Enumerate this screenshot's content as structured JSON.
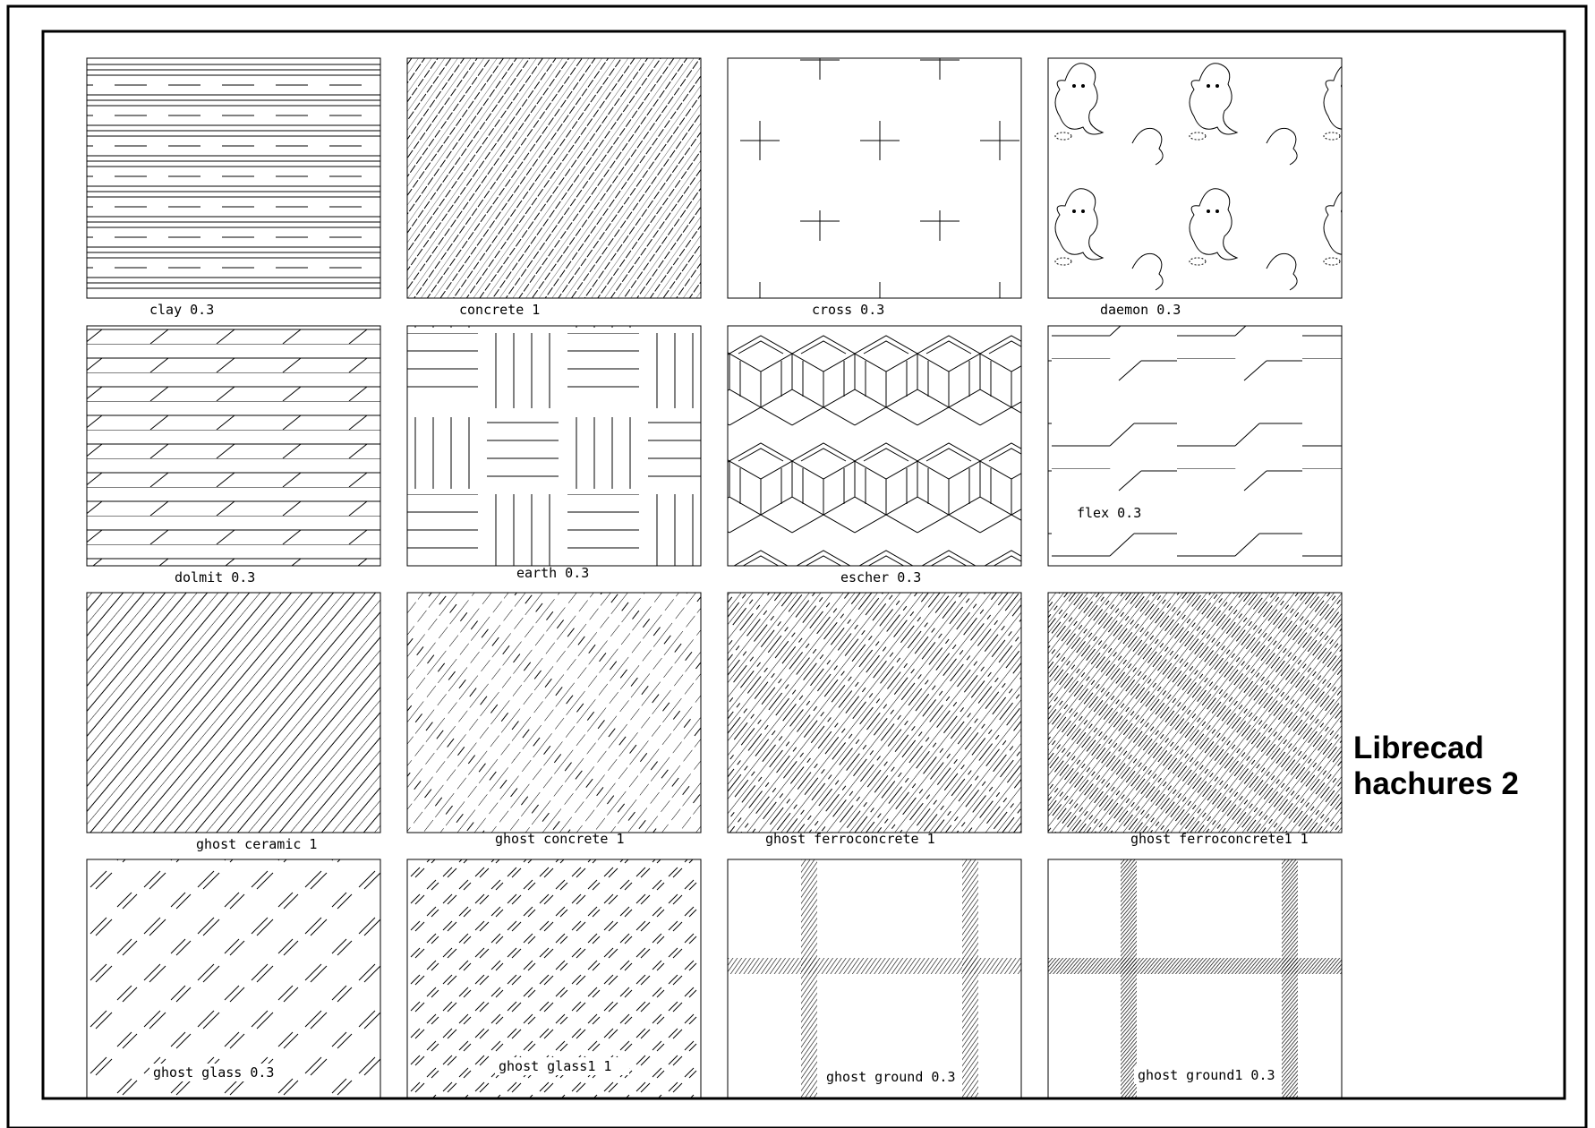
{
  "sheet": {
    "title_line1": "Librecad",
    "title_line2": "hachures 2"
  },
  "swatches": [
    {
      "label": "clay  0.3",
      "pattern": "clay"
    },
    {
      "label": "concrete  1",
      "pattern": "concrete"
    },
    {
      "label": "cross  0.3",
      "pattern": "cross"
    },
    {
      "label": "daemon  0.3",
      "pattern": "daemon"
    },
    {
      "label": "dolmit  0.3",
      "pattern": "dolmit"
    },
    {
      "label": "earth  0.3",
      "pattern": "earth"
    },
    {
      "label": "escher  0.3",
      "pattern": "escher"
    },
    {
      "label": "flex  0.3",
      "pattern": "flex"
    },
    {
      "label": "ghost  ceramic  1",
      "pattern": "ghost-ceramic"
    },
    {
      "label": "ghost  concrete  1",
      "pattern": "ghost-concrete"
    },
    {
      "label": "ghost  ferroconcrete  1",
      "pattern": "ghost-ferroconcrete"
    },
    {
      "label": "ghost  ferroconcrete1  1",
      "pattern": "ghost-ferroconcrete1"
    },
    {
      "label": "ghost  glass  0.3",
      "pattern": "ghost-glass"
    },
    {
      "label": "ghost  glass1   1",
      "pattern": "ghost-glass1"
    },
    {
      "label": "ghost  ground  0.3",
      "pattern": "ghost-ground"
    },
    {
      "label": "ghost  ground1  0.3",
      "pattern": "ghost-ground1"
    }
  ]
}
